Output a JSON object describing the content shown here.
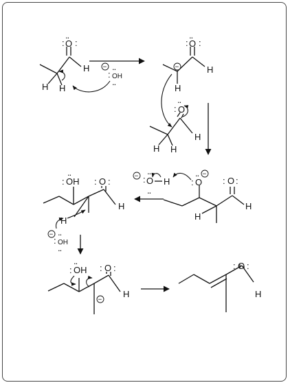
{
  "atoms": {
    "O": "O",
    "OH": "OH",
    "H": "H",
    "minus": "−"
  },
  "lone_pair": ":",
  "lone_pair_dots": "..",
  "colors": {
    "ink": "#111111",
    "frame": "#444444",
    "background": "#ffffff"
  },
  "icons": {
    "reaction-arrow": "straight-arrow",
    "electron-push": "curly-arrow",
    "charge": "circled-minus"
  }
}
